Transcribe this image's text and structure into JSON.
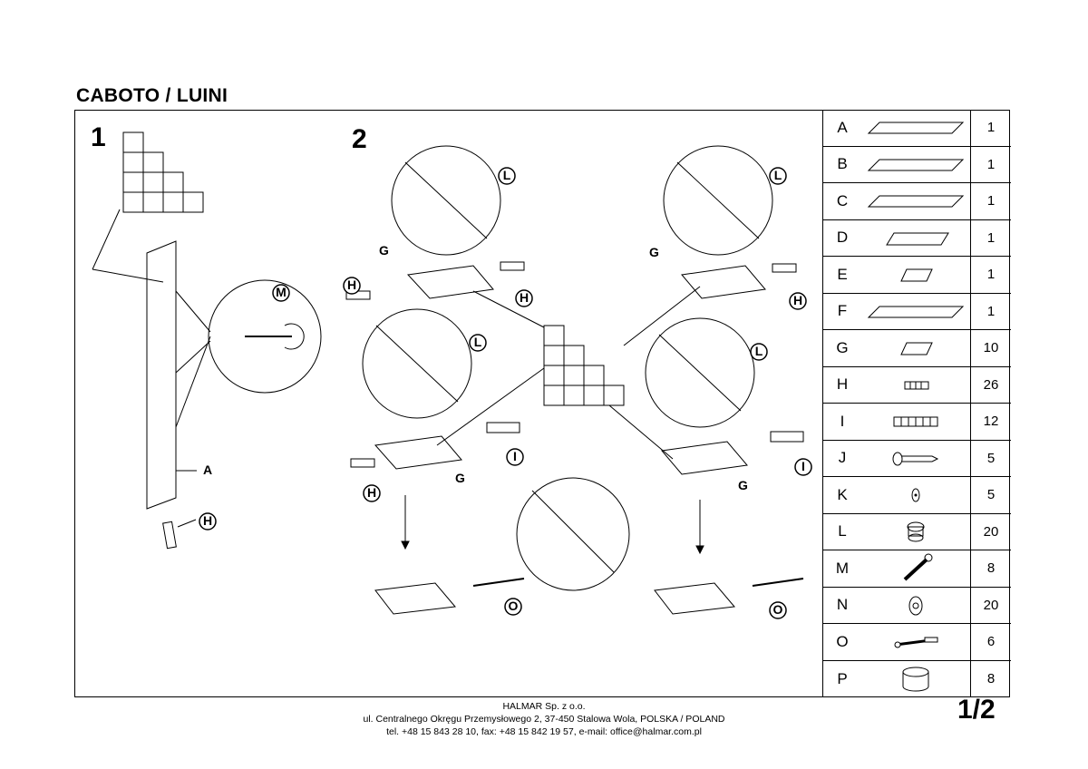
{
  "title": "CABOTO / LUINI",
  "steps": {
    "step1": "1",
    "step2": "2"
  },
  "callouts": {
    "A": "A",
    "G": "G",
    "H": "H",
    "I": "I",
    "L": "L",
    "M": "M",
    "O": "O"
  },
  "parts": [
    {
      "letter": "A",
      "qty": "1",
      "icon": "long-panel-icon"
    },
    {
      "letter": "B",
      "qty": "1",
      "icon": "long-panel-icon"
    },
    {
      "letter": "C",
      "qty": "1",
      "icon": "long-panel-icon"
    },
    {
      "letter": "D",
      "qty": "1",
      "icon": "medium-panel-icon"
    },
    {
      "letter": "E",
      "qty": "1",
      "icon": "small-panel-icon"
    },
    {
      "letter": "F",
      "qty": "1",
      "icon": "long-panel-icon"
    },
    {
      "letter": "G",
      "qty": "10",
      "icon": "small-panel-icon"
    },
    {
      "letter": "H",
      "qty": "26",
      "icon": "small-dowel-icon"
    },
    {
      "letter": "I",
      "qty": "12",
      "icon": "large-dowel-icon"
    },
    {
      "letter": "J",
      "qty": "5",
      "icon": "wood-screw-icon"
    },
    {
      "letter": "K",
      "qty": "5",
      "icon": "screw-cap-icon"
    },
    {
      "letter": "L",
      "qty": "20",
      "icon": "cam-lock-icon"
    },
    {
      "letter": "M",
      "qty": "8",
      "icon": "cam-bolt-icon"
    },
    {
      "letter": "N",
      "qty": "20",
      "icon": "cover-cap-icon"
    },
    {
      "letter": "O",
      "qty": "6",
      "icon": "connector-bolt-icon"
    },
    {
      "letter": "P",
      "qty": "8",
      "icon": "foot-icon"
    }
  ],
  "footer": {
    "company": "HALMAR Sp. z o.o.",
    "address": "ul. Centralnego Okręgu Przemysłowego 2, 37-450 Stalowa Wola, POLSKA / POLAND",
    "contact": "tel. +48 15 843 28 10, fax: +48 15 842 19 57, e-mail: office@halmar.com.pl"
  },
  "page_number": "1/2"
}
